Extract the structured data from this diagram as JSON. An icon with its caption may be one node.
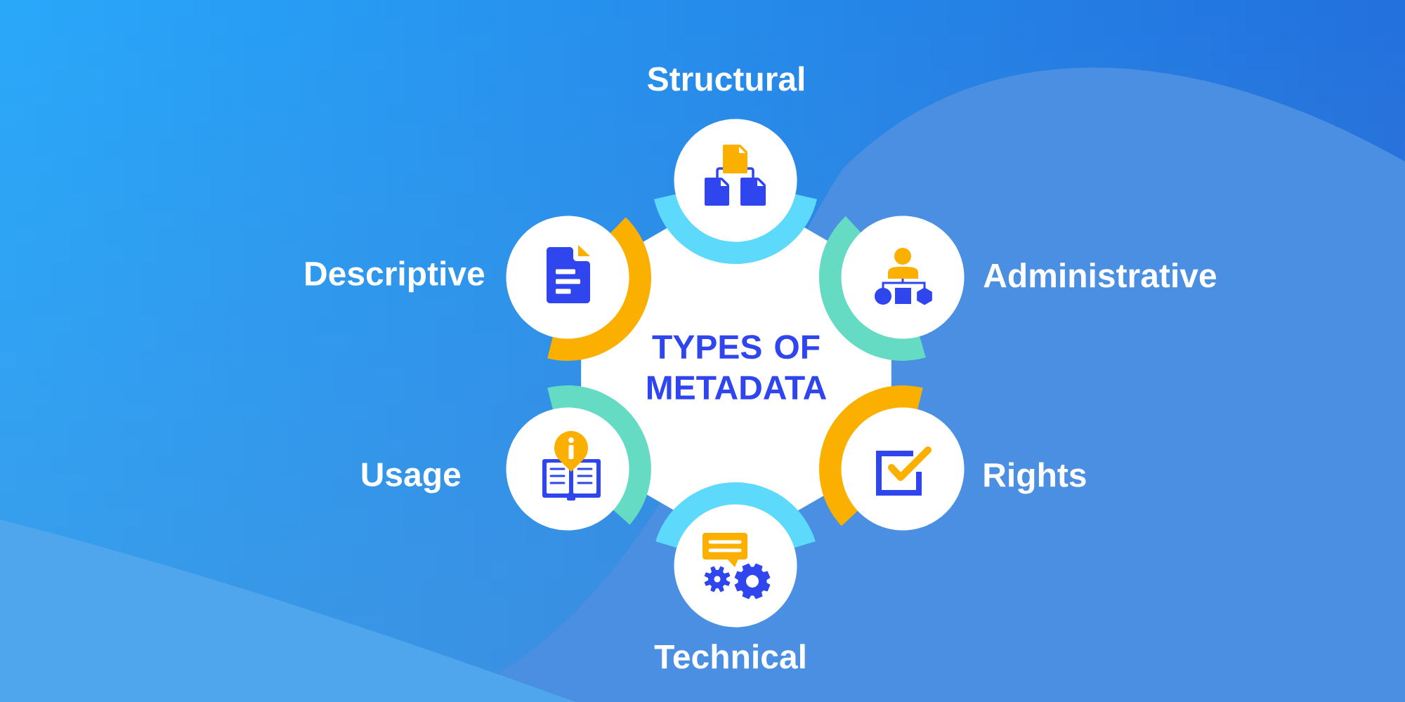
{
  "diagram": {
    "nodes": [
      {
        "text": [
          "TYPES OF METADATA"
        ]
      },
      {
        "text": [
          "Structural"
        ]
      },
      {
        "text": [
          "Administrative"
        ]
      },
      {
        "text": [
          "Rights"
        ]
      },
      {
        "text": [
          "Technical"
        ]
      },
      {
        "text": [
          "Usage"
        ]
      },
      {
        "text": [
          "Descriptive"
        ]
      }
    ]
  }
}
